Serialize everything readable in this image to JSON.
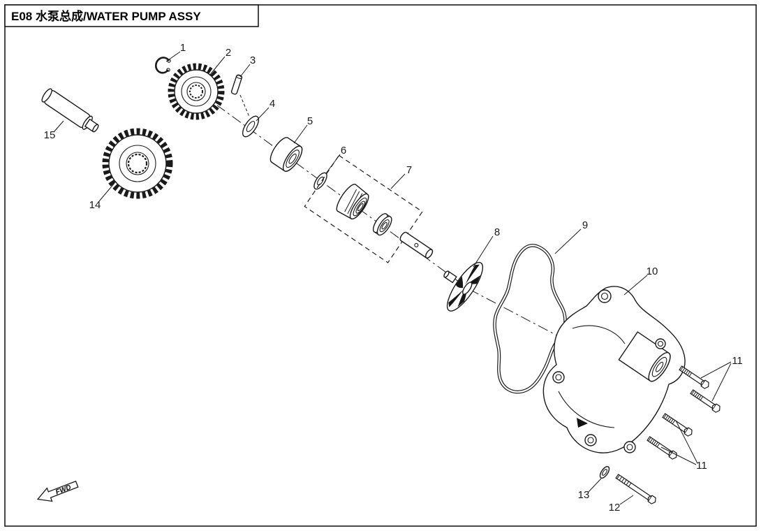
{
  "header": {
    "title": "E08 水泵总成/WATER PUMP ASSY"
  },
  "diagram": {
    "fwd_label": "FWD",
    "callouts": [
      "1",
      "2",
      "3",
      "4",
      "5",
      "6",
      "7",
      "8",
      "9",
      "10",
      "11",
      "11",
      "12",
      "13",
      "14",
      "15"
    ]
  }
}
